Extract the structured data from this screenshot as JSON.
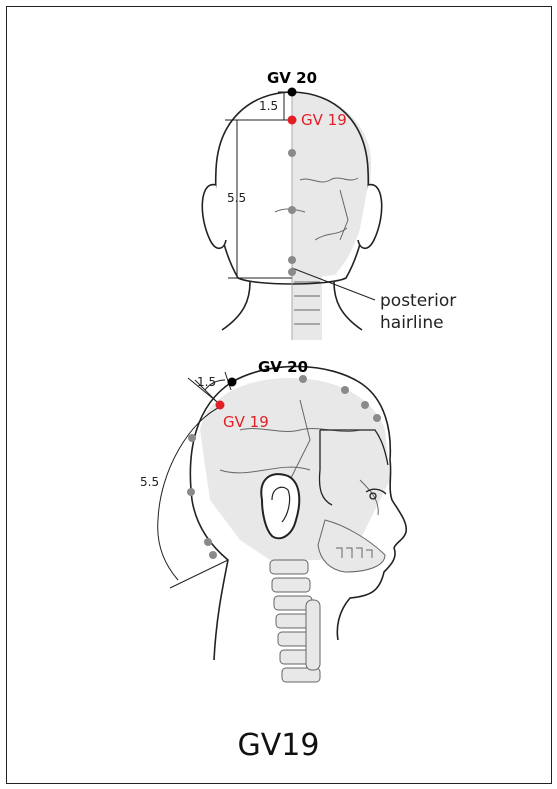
{
  "title": "GV19",
  "colors": {
    "point_main": "#e31f26",
    "point_ref": "#000000",
    "point_other": "#8a8a8a",
    "skull": "#e8e8e8",
    "outline": "#222222"
  },
  "back_view": {
    "gv20_label": "GV 20",
    "gv19_label": "GV 19",
    "dim_upper": "1.5",
    "dim_lower": "5.5",
    "callout_line1": "posterior",
    "callout_line2": "hairline"
  },
  "side_view": {
    "gv20_label": "GV 20",
    "gv19_label": "GV 19",
    "dim_upper": "1.5",
    "dim_lower": "5.5"
  }
}
